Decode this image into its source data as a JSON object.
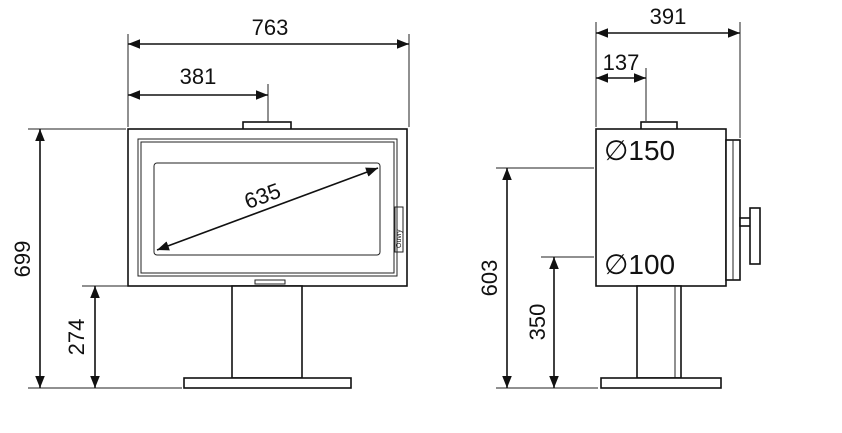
{
  "front_view": {
    "width_total": "763",
    "width_half": "381",
    "glass_diagonal": "635",
    "height_total": "699",
    "height_pedestal": "274",
    "brand_label": "Ouvry"
  },
  "side_view": {
    "depth_total": "391",
    "flue_offset": "137",
    "flue_top_diameter": "∅150",
    "flue_rear_diameter": "∅100",
    "height_flue_top": "603",
    "height_flue_rear": "350"
  },
  "colors": {
    "line": "#111111",
    "background": "#ffffff"
  }
}
